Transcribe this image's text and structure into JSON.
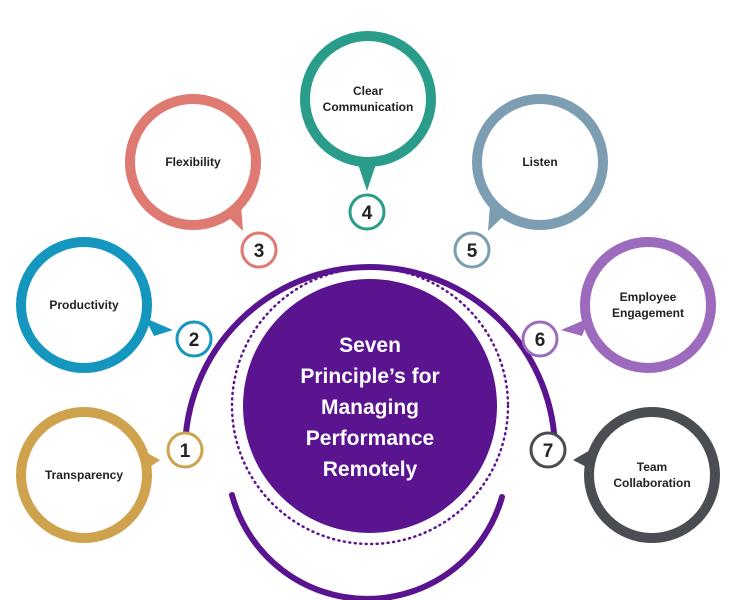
{
  "center": {
    "lines": [
      "Seven",
      "Principle’s for",
      "Managing",
      "Performance",
      "Remotely"
    ],
    "color": "#5a1490"
  },
  "arc_color": "#5a1490",
  "principles": [
    {
      "number": "1",
      "label_lines": [
        "Transparency"
      ],
      "color": "#cfa24e",
      "icon": "speech-bubble"
    },
    {
      "number": "2",
      "label_lines": [
        "Productivity"
      ],
      "color": "#1596bf",
      "icon": "speech-bubble"
    },
    {
      "number": "3",
      "label_lines": [
        "Flexibility"
      ],
      "color": "#df7a72",
      "icon": "speech-bubble"
    },
    {
      "number": "4",
      "label_lines": [
        "Clear",
        "Communication"
      ],
      "color": "#2a9c8a",
      "icon": "speech-bubble"
    },
    {
      "number": "5",
      "label_lines": [
        "Listen"
      ],
      "color": "#7d9db3",
      "icon": "speech-bubble"
    },
    {
      "number": "6",
      "label_lines": [
        "Employee",
        "Engagement"
      ],
      "color": "#9d6bbd",
      "icon": "speech-bubble"
    },
    {
      "number": "7",
      "label_lines": [
        "Team",
        "Collaboration"
      ],
      "color": "#4a4d52",
      "icon": "speech-bubble"
    }
  ]
}
